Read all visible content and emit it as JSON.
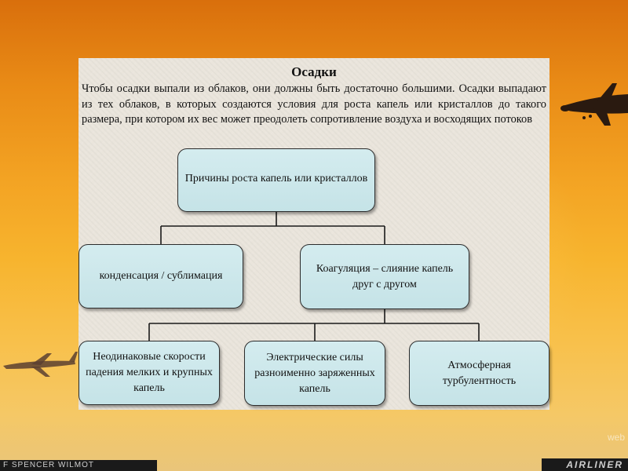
{
  "background": {
    "credit_left": "F SPENCER WILMOT",
    "credit_right": "AIRLINER",
    "credit_web": "web"
  },
  "slide": {
    "title": "Осадки",
    "text": "Чтобы осадки выпали из облаков, они должны быть достаточно большими. Осадки выпадают из тех облаков, в которых создаются условия для роста капель или кристаллов до такого размера, при котором их вес может преодолеть сопротивление воздуха и восходящих потоков"
  },
  "diagram": {
    "root": "Причины роста капель или кристаллов",
    "level2": [
      "конденсация / сублимация",
      "Коагуляция – слияние капель друг с другом"
    ],
    "level3": [
      "Неодинаковые скорости падения мелких и крупных капель",
      "Электрические силы разноименно заряженных капель",
      "Атмосферная турбулентность"
    ]
  },
  "colors": {
    "box_fill": "#c9e5e9",
    "box_border": "#2c2c2c",
    "panel": "#eae5dc",
    "sky_top": "#d96f0c",
    "sky_bottom": "#e9c57a"
  }
}
